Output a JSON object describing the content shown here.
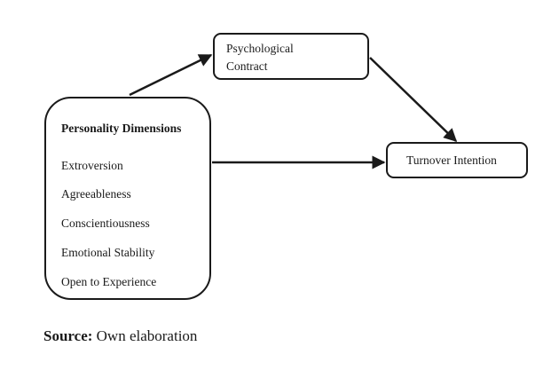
{
  "diagram": {
    "personality": {
      "title": "Personality Dimensions",
      "items": [
        "Extroversion",
        "Agreeableness",
        "Conscientiousness",
        "Emotional Stability",
        "Open to Experience"
      ]
    },
    "contract": {
      "line1": "Psychological",
      "line2": "Contract"
    },
    "turnover": {
      "label": "Turnover Intention"
    }
  },
  "source": {
    "label": "Source:",
    "text": "Own elaboration"
  }
}
